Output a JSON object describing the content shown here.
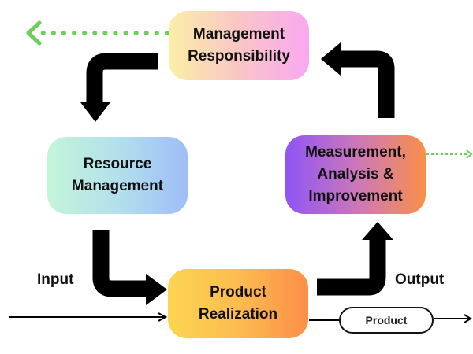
{
  "diagram": {
    "title": "",
    "nodes": [
      {
        "id": "management",
        "label": "Management\nResponsibility",
        "gradient": [
          "#fbeea6",
          "#f9c6c6",
          "#f9a8f0"
        ]
      },
      {
        "id": "resource",
        "label": "Resource\nManagement",
        "gradient": [
          "#c3f5d8",
          "#b3e0ec",
          "#9ebdf7"
        ]
      },
      {
        "id": "measurement",
        "label": "Measurement,\nAnalysis &\nImprovement",
        "gradient": [
          "#8f55f7",
          "#d07ab2",
          "#f98f48"
        ]
      },
      {
        "id": "product_realization",
        "label": "Product\nRealization",
        "gradient": [
          "#fcd451",
          "#fcbc50",
          "#fc8e48"
        ]
      }
    ],
    "labels": {
      "input": "Input",
      "output": "Output",
      "product": "Product"
    },
    "edges": [
      {
        "from": "management",
        "to": "resource",
        "style": "thick-black"
      },
      {
        "from": "resource",
        "to": "product_realization",
        "style": "thick-black"
      },
      {
        "from": "product_realization",
        "to": "measurement",
        "style": "thick-black"
      },
      {
        "from": "measurement",
        "to": "management",
        "style": "thick-black"
      },
      {
        "from": "management",
        "to": "external-left",
        "style": "green-dotted"
      },
      {
        "from": "measurement",
        "to": "external-right",
        "style": "green-dotted"
      },
      {
        "from": "input-line",
        "to": "product_realization",
        "style": "thin-black"
      },
      {
        "from": "product_realization",
        "to": "product-output",
        "style": "thin-black"
      }
    ],
    "colors": {
      "arrow": "#000000",
      "dotted": "#6ccf5a"
    }
  }
}
